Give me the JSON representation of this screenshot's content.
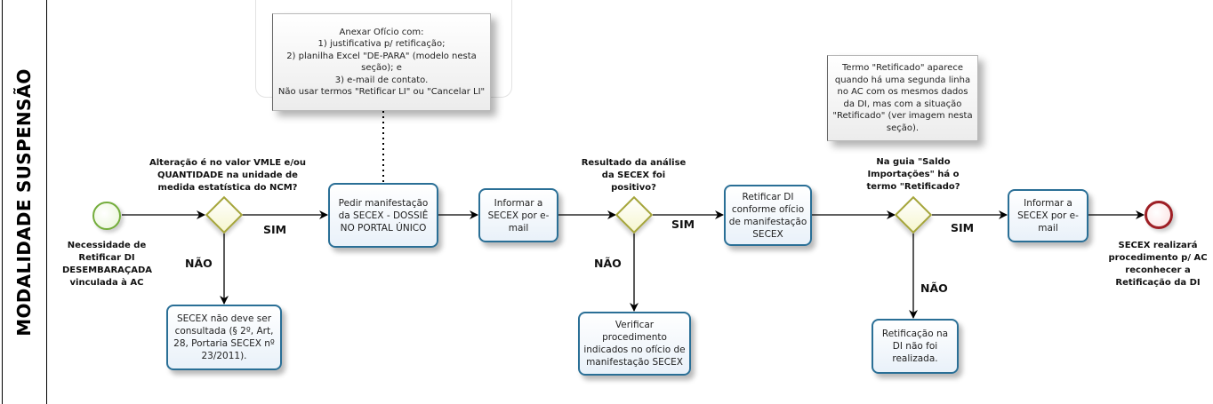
{
  "lane": {
    "title": "MODALIDADE SUSPENSÃO"
  },
  "colors": {
    "task_border": "#2a6f96",
    "gateway_border": "#a5a53a",
    "start_event": "#74ad3c",
    "end_event": "#9e1f25"
  },
  "start_event": {
    "label": "Necessidade de Retificar DI DESEMBARAÇADA vinculada à AC"
  },
  "end_event": {
    "label": "SECEX realizará procedimento p/ AC reconhecer a Retificação da DI"
  },
  "gateways": [
    {
      "label": "Alteração é no valor VMLE e/ou QUANTIDADE na unidade de medida estatística do NCM?",
      "yes": "SIM",
      "no": "NÃO"
    },
    {
      "label": "Resultado da análise da SECEX foi positivo?",
      "yes": "SIM",
      "no": "NÃO"
    },
    {
      "label": "Na guia \"Saldo Importações\" há o termo \"Retificado?",
      "yes": "SIM",
      "no": "NÃO"
    }
  ],
  "tasks": [
    {
      "label": "Pedir manifestação da SECEX - DOSSIÊ NO PORTAL ÚNICO"
    },
    {
      "label": "Informar a SECEX por e-mail"
    },
    {
      "label": "Retificar DI conforme ofício de manifestação SECEX"
    },
    {
      "label": "Informar a SECEX por e-mail"
    },
    {
      "label": "SECEX não deve ser consultada (§ 2º, Art, 28, Portaria SECEX nº 23/2011)."
    },
    {
      "label": "Verificar procedimento indicados no ofício de manifestação SECEX"
    },
    {
      "label": "Retificação na DI não foi realizada."
    }
  ],
  "annotations": [
    {
      "text": "Anexar Ofício com:\n1) justificativa p/ retificação;\n2) planilha Excel \"DE-PARA\" (modelo nesta seção); e\n3) e-mail de contato.\nNão usar termos \"Retificar LI\" ou \"Cancelar LI\""
    },
    {
      "text": "Termo \"Retificado\" aparece quando há uma segunda linha no AC com os mesmos dados da DI, mas com a situação \"Retificado\" (ver imagem nesta seção)."
    }
  ]
}
